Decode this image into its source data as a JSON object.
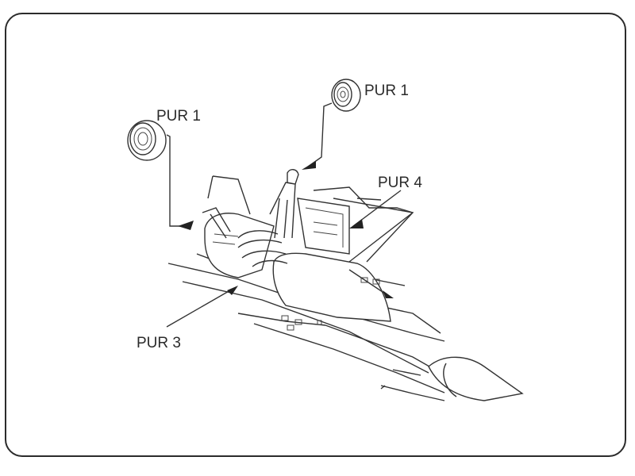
{
  "labels": {
    "pur1_left": "PUR 1",
    "pur1_right": "PUR 1",
    "pur4": "PUR 4",
    "pur3": "PUR 3"
  },
  "colors": {
    "ink": "#2b2b2b",
    "background": "#ffffff"
  }
}
